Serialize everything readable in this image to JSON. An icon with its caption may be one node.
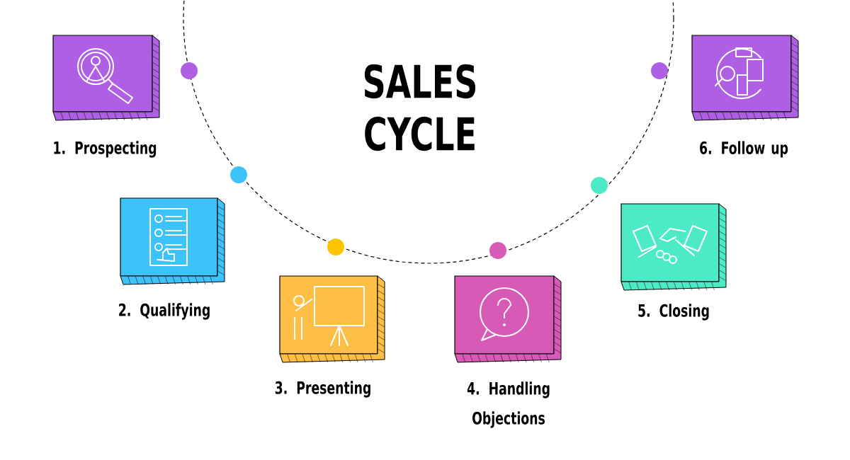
{
  "diagram": {
    "title": "SALES CYCLE",
    "nodes": [
      {
        "text": [
          "1. Prospecting"
        ]
      },
      {
        "text": [
          "2. Qualifying"
        ]
      },
      {
        "text": [
          "3. Presenting"
        ]
      },
      {
        "text": [
          "4. Handling Objections"
        ]
      },
      {
        "text": [
          "5. Closing"
        ]
      },
      {
        "text": [
          "6. Follow up"
        ]
      }
    ]
  }
}
